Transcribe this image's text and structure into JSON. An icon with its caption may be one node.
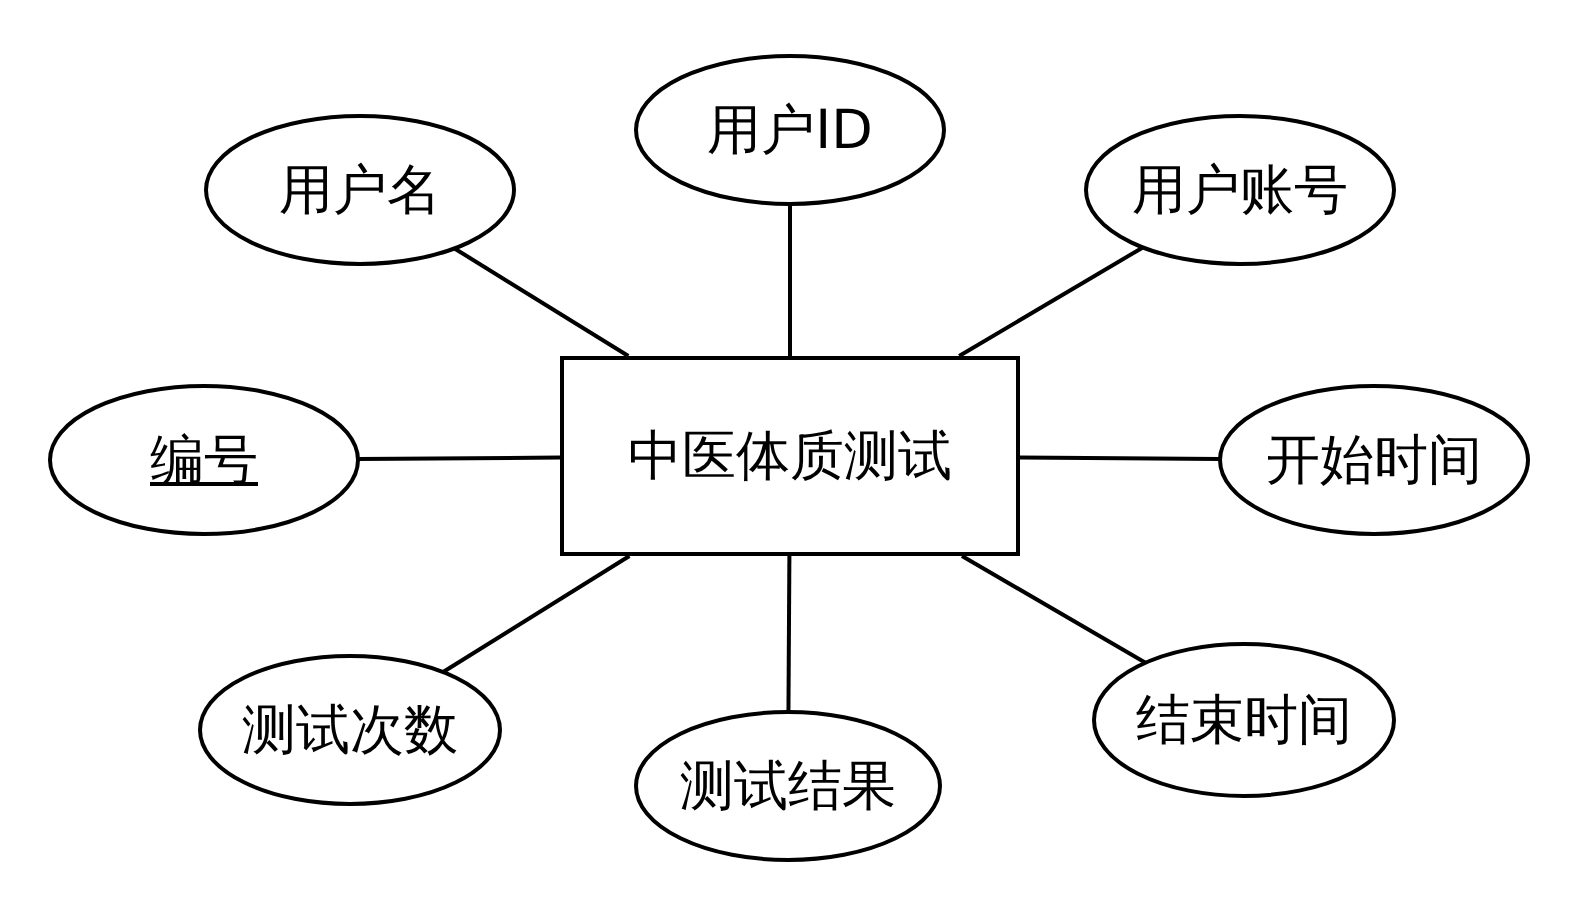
{
  "diagram": {
    "nodes": [
      {
        "text": [
          "用户名"
        ]
      },
      {
        "text": [
          "用户ID"
        ]
      },
      {
        "text": [
          "用户账号"
        ]
      },
      {
        "text": [
          "编号"
        ]
      },
      {
        "text": [
          "中医体质测试"
        ]
      },
      {
        "text": [
          "开始时间"
        ]
      },
      {
        "text": [
          "测试次数"
        ]
      },
      {
        "text": [
          "测试结果"
        ]
      },
      {
        "text": [
          "结束时间"
        ]
      }
    ],
    "edges": [
      {
        "from": 4,
        "to": 0,
        "arrow": "none"
      },
      {
        "from": 4,
        "to": 1,
        "arrow": "none"
      },
      {
        "from": 4,
        "to": 2,
        "arrow": "none"
      },
      {
        "from": 4,
        "to": 3,
        "arrow": "none"
      },
      {
        "from": 4,
        "to": 5,
        "arrow": "none"
      },
      {
        "from": 4,
        "to": 6,
        "arrow": "none"
      },
      {
        "from": 4,
        "to": 7,
        "arrow": "none"
      },
      {
        "from": 4,
        "to": 8,
        "arrow": "none"
      }
    ]
  }
}
